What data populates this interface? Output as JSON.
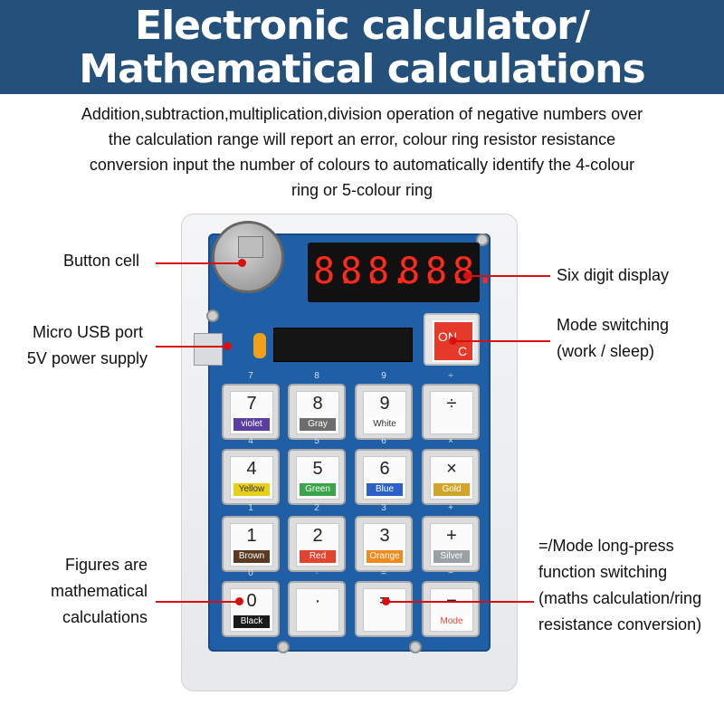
{
  "banner": {
    "line1": "Electronic calculator/",
    "line2": "Mathematical calculations",
    "color": "#24507c"
  },
  "description": {
    "lines": [
      "Addition,subtraction,multiplication,division operation of negative numbers over",
      "the calculation range will report an error, colour ring resistor resistance",
      "conversion input the number of colours to automatically identify the 4-colour",
      "ring or 5-colour ring"
    ]
  },
  "callouts": {
    "button_cell": "Button cell",
    "usb_1": "Micro USB port",
    "usb_2": "5V power supply",
    "figures_1": "Figures are",
    "figures_2": "mathematical",
    "figures_3": "calculations",
    "display": "Six digit display",
    "mode_1": "Mode switching",
    "mode_2": "(work / sleep)",
    "eq_1": "=/Mode long-press",
    "eq_2": "function switching",
    "eq_3": "(maths calculation/ring",
    "eq_4": "resistance conversion)"
  },
  "device": {
    "display_digits": [
      "8.",
      "8.",
      "8.",
      "8.",
      "8.",
      "8."
    ],
    "on_button": {
      "top": "ON",
      "bottom": "C",
      "label": "C"
    },
    "keys": [
      {
        "symbol": "7",
        "color_name": "violet",
        "tag_color": "#5b3fa0",
        "pcb_label": "7"
      },
      {
        "symbol": "8",
        "color_name": "Gray",
        "tag_color": "#6d6d6d",
        "pcb_label": "8"
      },
      {
        "symbol": "9",
        "color_name": "White",
        "tag_color": "#ffffff",
        "pcb_label": "9"
      },
      {
        "symbol": "÷",
        "color_name": "",
        "tag_color": "#ffffff",
        "pcb_label": "÷"
      },
      {
        "symbol": "4",
        "color_name": "Yellow",
        "tag_color": "#e8cf1c",
        "pcb_label": "4"
      },
      {
        "symbol": "5",
        "color_name": "Green",
        "tag_color": "#3aa54a",
        "pcb_label": "5"
      },
      {
        "symbol": "6",
        "color_name": "Blue",
        "tag_color": "#2a62c9",
        "pcb_label": "6"
      },
      {
        "symbol": "×",
        "color_name": "Gold",
        "tag_color": "#d2a52a",
        "pcb_label": "×"
      },
      {
        "symbol": "1",
        "color_name": "Brown",
        "tag_color": "#5a3a22",
        "pcb_label": "1"
      },
      {
        "symbol": "2",
        "color_name": "Red",
        "tag_color": "#e2442f",
        "pcb_label": "2"
      },
      {
        "symbol": "3",
        "color_name": "Orange",
        "tag_color": "#f08a1e",
        "pcb_label": "3"
      },
      {
        "symbol": "+",
        "color_name": "Silver",
        "tag_color": "#9aa0a6",
        "pcb_label": "+"
      },
      {
        "symbol": "0",
        "color_name": "Black",
        "tag_color": "#1a1a1a",
        "pcb_label": "0"
      },
      {
        "symbol": "·",
        "color_name": "",
        "tag_color": "#ffffff",
        "pcb_label": "·"
      },
      {
        "symbol": "=",
        "color_name": "",
        "tag_color": "#ffffff",
        "pcb_label": "="
      },
      {
        "symbol": "−",
        "color_name": "Mode",
        "tag_color": "#ffffff",
        "pcb_label": "−"
      }
    ],
    "pcb_color": "#1f5fa6",
    "segment_color": "#ff2a1a"
  }
}
